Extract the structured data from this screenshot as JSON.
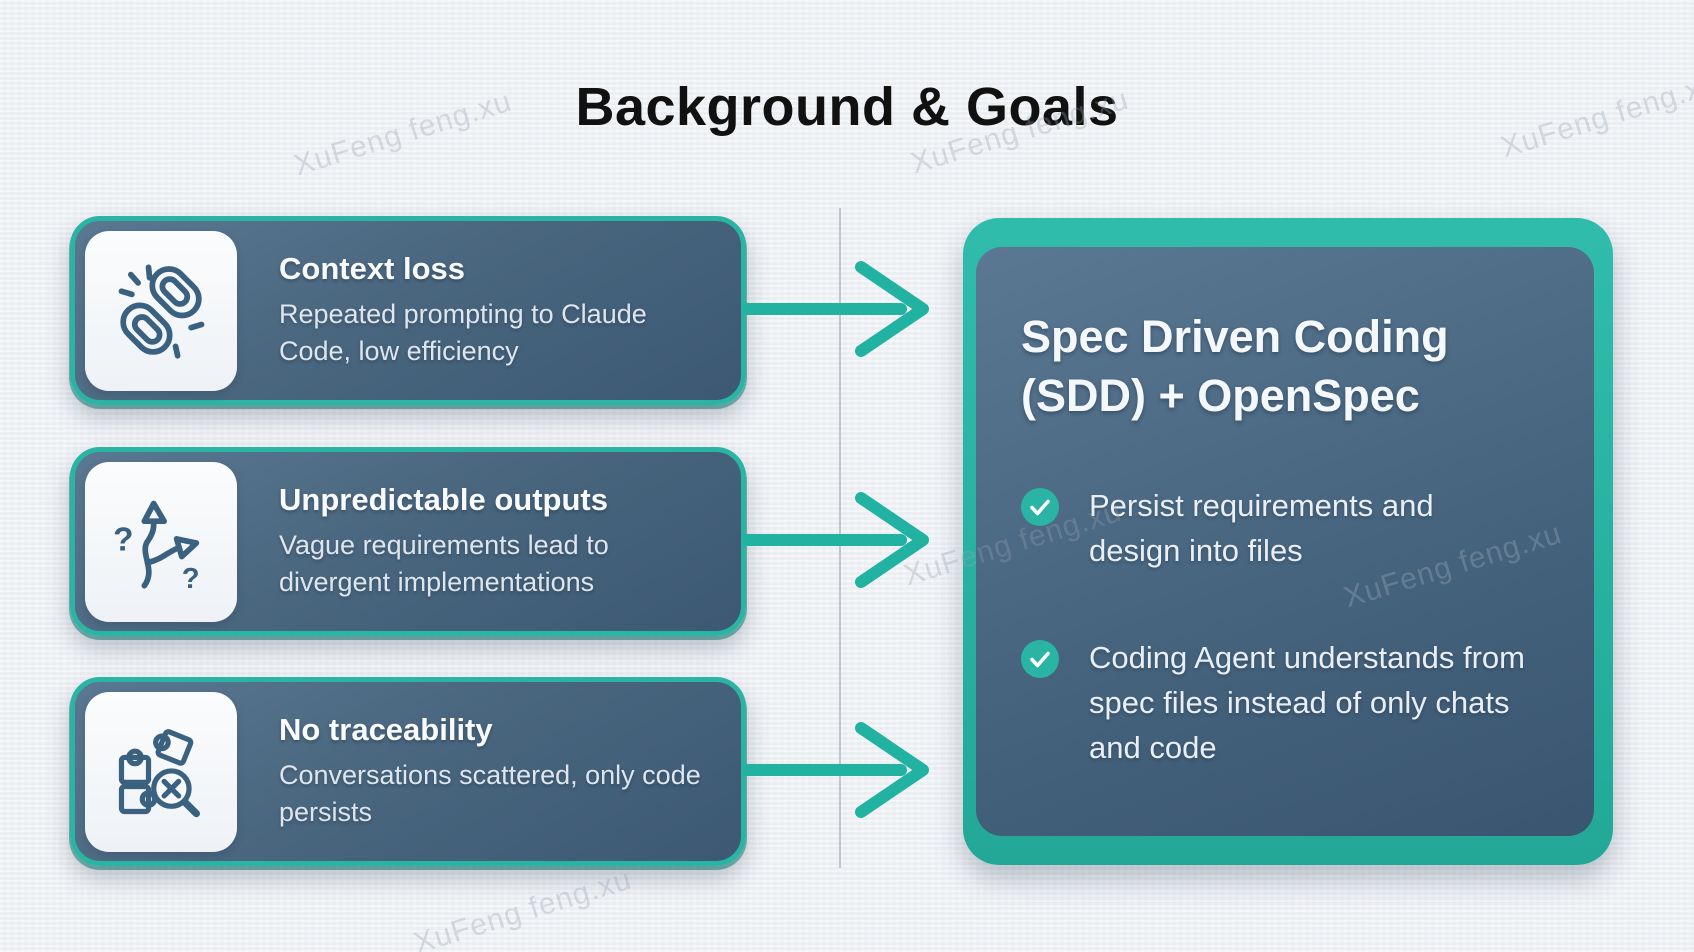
{
  "title": "Background & Goals",
  "watermark_text": "XuFeng feng.xu",
  "problems": [
    {
      "icon": "broken-link-icon",
      "title": "Context loss",
      "description": "Repeated prompting to Claude Code, low efficiency"
    },
    {
      "icon": "branching-arrows-icon",
      "title": "Unpredictable outputs",
      "description": "Vague requirements lead to divergent implementations"
    },
    {
      "icon": "puzzle-search-icon",
      "title": "No traceability",
      "description": "Conversations scattered, only code persists"
    }
  ],
  "solution": {
    "title": "Spec Driven Coding (SDD) + OpenSpec",
    "bullets": [
      {
        "icon": "check-icon",
        "text": "Persist requirements and design into files"
      },
      {
        "icon": "check-icon",
        "text": "Coding Agent understands from spec files instead of only chats and code"
      }
    ]
  },
  "colors": {
    "accent_teal": "#2ab4a3",
    "card_gradient_start": "#5b7893",
    "card_gradient_end": "#3c5873",
    "background": "#eef0f4",
    "icon_stroke": "#3a617f",
    "heading_text": "#111111",
    "card_text": "#f8fafc"
  }
}
